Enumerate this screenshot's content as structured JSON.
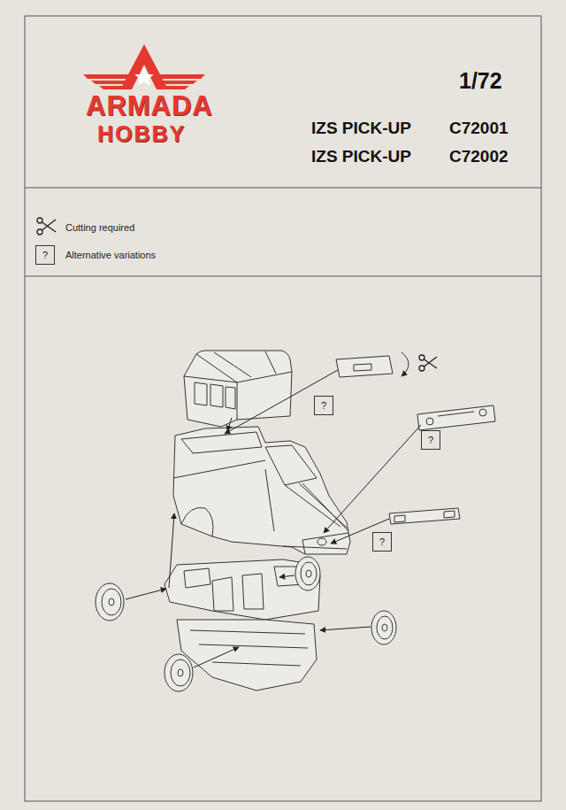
{
  "diagram": {
    "nodes": [
      {
        "text": [
          "?"
        ]
      },
      {
        "text": [
          "?"
        ]
      },
      {
        "text": [
          "?"
        ]
      },
      {
        "text": [
          "?"
        ]
      }
    ],
    "labels": [
      "ARMADA",
      "HOBBY",
      "1/72",
      "IZS PICK-UP",
      "C72001",
      "IZS PICK-UP",
      "C72002"
    ],
    "legend": [
      {
        "text": "Cutting required"
      },
      {
        "text": "Alternative variations"
      }
    ]
  }
}
